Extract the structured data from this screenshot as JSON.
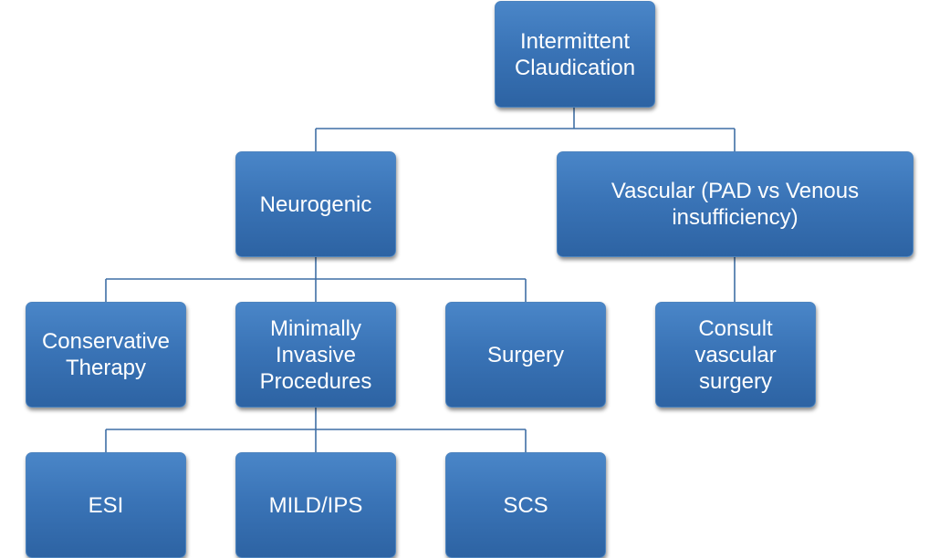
{
  "diagram": {
    "root": "Intermittent\nClaudication",
    "neurogenic": "Neurogenic",
    "vascular": "Vascular (PAD vs Venous\ninsufficiency)",
    "conservative": "Conservative\nTherapy",
    "minimally_invasive": "Minimally\nInvasive\nProcedures",
    "surgery": "Surgery",
    "consult_vascular": "Consult\nvascular\nsurgery",
    "esi": "ESI",
    "mild_ips": "MILD/IPS",
    "scs": "SCS"
  },
  "edges": [
    [
      "root",
      "neurogenic"
    ],
    [
      "root",
      "vascular"
    ],
    [
      "neurogenic",
      "conservative"
    ],
    [
      "neurogenic",
      "minimally_invasive"
    ],
    [
      "neurogenic",
      "surgery"
    ],
    [
      "vascular",
      "consult_vascular"
    ],
    [
      "minimally_invasive",
      "esi"
    ],
    [
      "minimally_invasive",
      "mild_ips"
    ],
    [
      "minimally_invasive",
      "scs"
    ]
  ],
  "colors": {
    "node_fill": "#3a74b7",
    "node_text": "#ffffff",
    "connector": "#3f6fa5"
  }
}
